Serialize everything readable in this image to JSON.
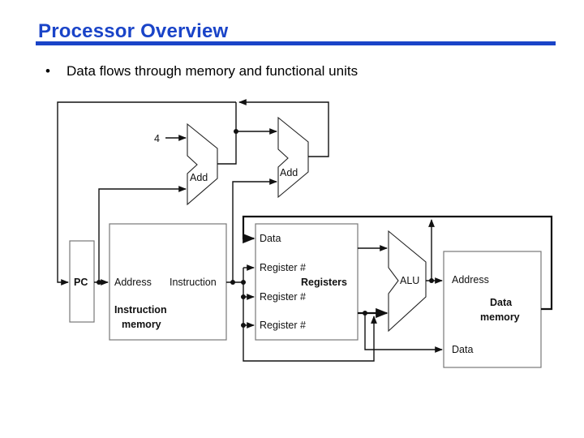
{
  "slide": {
    "title": "Processor Overview",
    "bullets": [
      {
        "marker": "•",
        "text": "Data flows through memory and functional units"
      }
    ],
    "accent_color": "#1a44c8"
  },
  "diagram": {
    "constant_input": "4",
    "adder_1": {
      "label": "Add"
    },
    "adder_2": {
      "label": "Add"
    },
    "pc": {
      "label": "PC"
    },
    "instruction_memory": {
      "title_line1": "Instruction",
      "title_line2": "memory",
      "port_address": "Address",
      "port_instruction": "Instruction"
    },
    "registers": {
      "title": "Registers",
      "port_data": "Data",
      "port_register_1": "Register #",
      "port_register_2": "Register #",
      "port_register_3": "Register #"
    },
    "alu": {
      "label": "ALU"
    },
    "data_memory": {
      "title_line1": "Data",
      "title_line2": "memory",
      "port_address": "Address",
      "port_data": "Data"
    }
  }
}
